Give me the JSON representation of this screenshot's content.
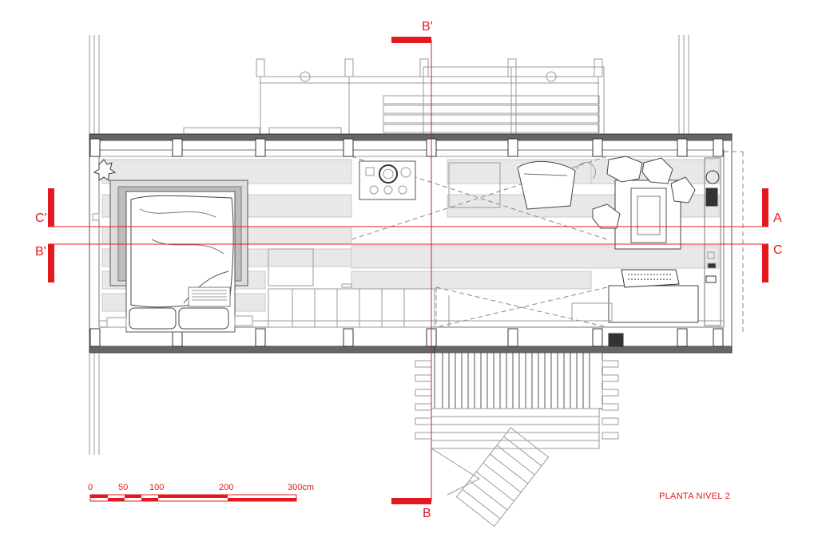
{
  "drawing": {
    "title": "PLANTA NIVEL 2",
    "section_labels": {
      "a": "A",
      "b_top": "B'",
      "b_bottom": "B",
      "b_prime_left": "B'",
      "c_prime": "C'",
      "c": "C"
    },
    "scale_bar": {
      "ticks": [
        "0",
        "50",
        "100",
        "200",
        "300cm"
      ]
    },
    "colors": {
      "section_red": "#e3191f",
      "line_gray": "#9a9a9a",
      "dark_line": "#333333",
      "wall_fill": "#666666",
      "floor_fill": "#e8e8e8"
    }
  }
}
